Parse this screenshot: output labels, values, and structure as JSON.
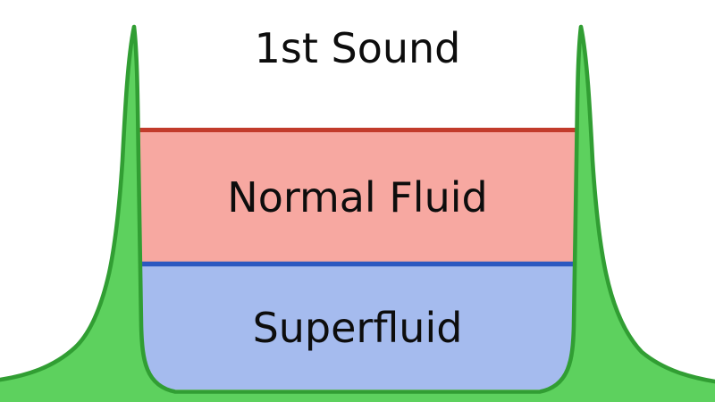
{
  "labels": {
    "title": "1st Sound",
    "normal_fluid": "Normal Fluid",
    "superfluid": "Superfluid"
  },
  "colors": {
    "background": "#ffffff",
    "text": "#0d0d0d",
    "normal_fluid_fill": "#f7a8a1",
    "normal_fluid_surface_line": "#c23b2b",
    "superfluid_fill": "#a5bbee",
    "superfluid_interface_line": "#2b58c0",
    "wall_fill": "#5dd15e",
    "wall_outline": "#319e33"
  }
}
